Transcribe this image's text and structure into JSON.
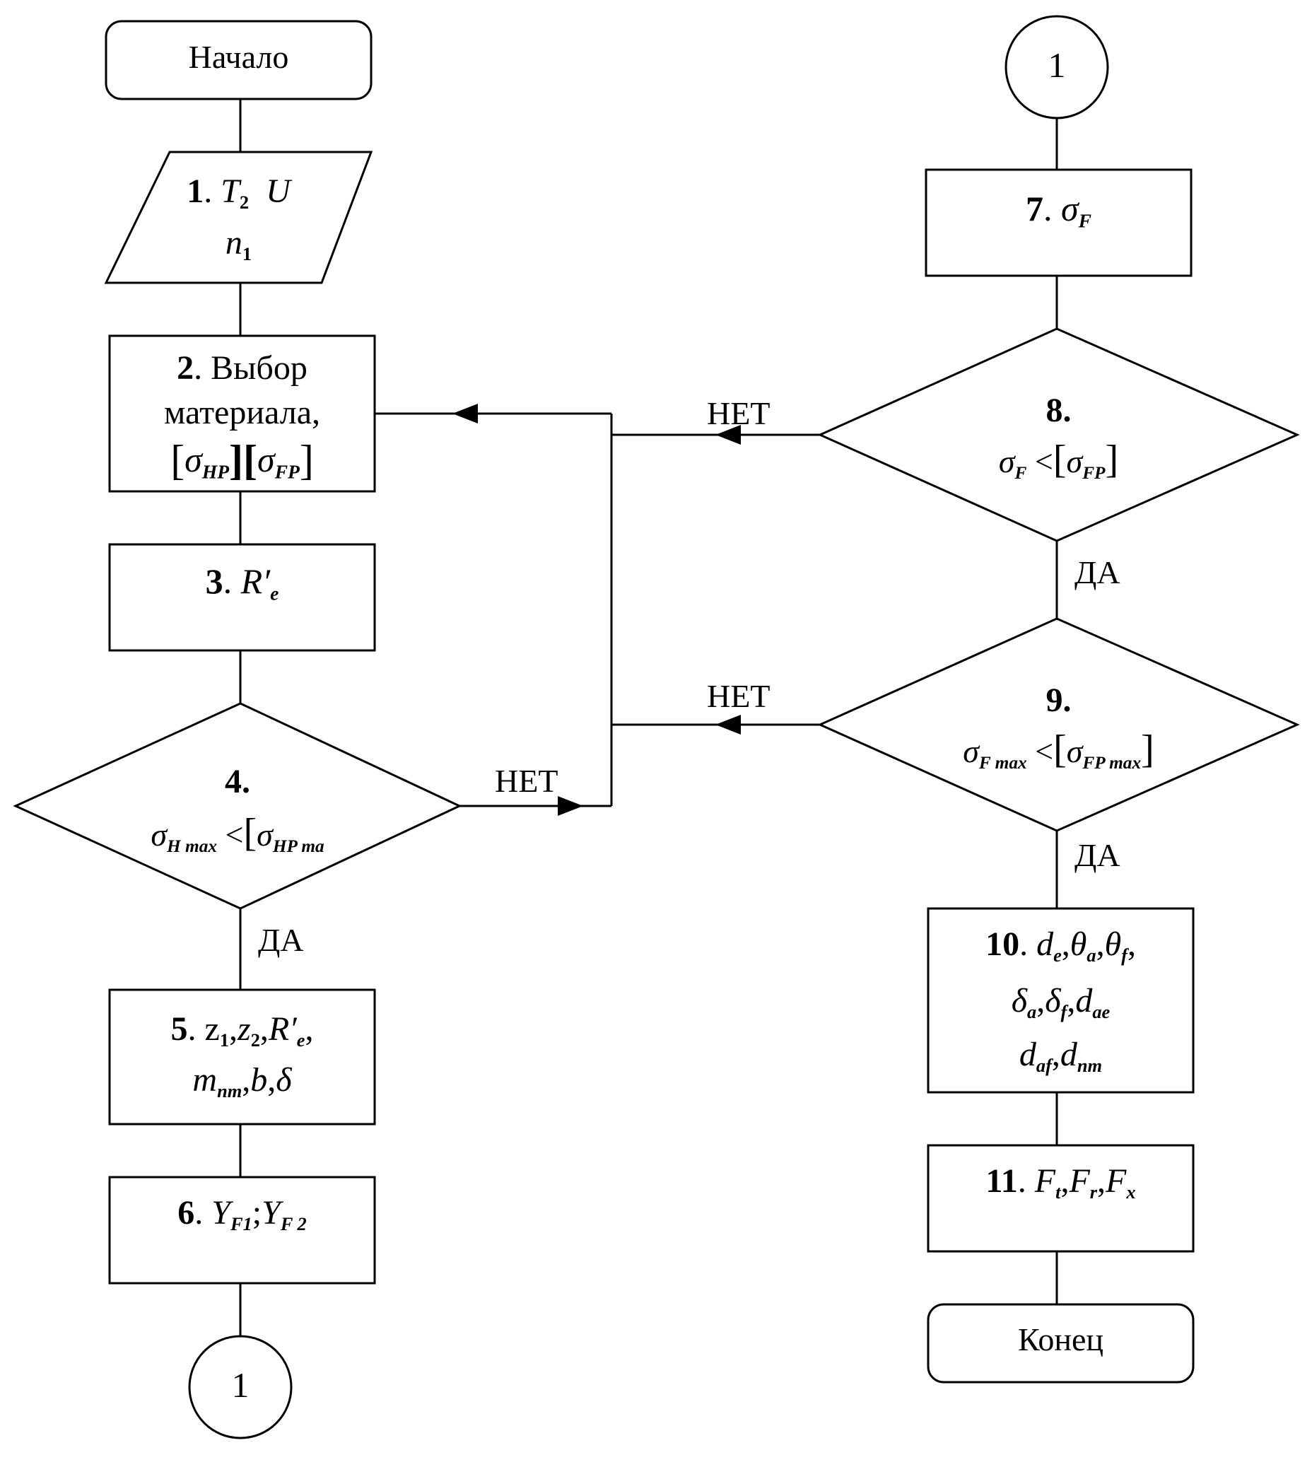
{
  "nodes": {
    "start": {
      "text": "Начало"
    },
    "b1": {
      "num": "1",
      "l1": "T",
      "l1s": "2",
      "l1b": "U",
      "l2": "n",
      "l2s": "1"
    },
    "b2": {
      "num": "2",
      "l1": "Выбор",
      "l2": "материала,",
      "l3a": "σ",
      "l3as": "HP",
      "l3b": "σ",
      "l3bs": "FP"
    },
    "b3": {
      "num": "3",
      "sym": "R′",
      "sub": "e"
    },
    "b4": {
      "num": "4",
      "sym": "σ",
      "sub": "H max",
      "op": "<",
      "rsym": "σ",
      "rsub": "HP ma"
    },
    "b5": {
      "num": "5",
      "l1": "z",
      "l1s": "1",
      "l1b": "z",
      "l1bs": "2",
      "l1c": "R′",
      "l1cs": "e",
      "l2a": "m",
      "l2as": "nm",
      "l2b": "b",
      "l2c": "δ"
    },
    "b6": {
      "num": "6",
      "a": "Y",
      "as": "F1",
      "b": "Y",
      "bs": "F 2"
    },
    "c1": {
      "text": "1"
    },
    "c2": {
      "text": "1"
    },
    "b7": {
      "num": "7",
      "sym": "σ",
      "sub": "F"
    },
    "b8": {
      "num": "8",
      "sym": "σ",
      "sub": "F",
      "op": "<",
      "rsym": "σ",
      "rsub": "FP"
    },
    "b9": {
      "num": "9",
      "sym": "σ",
      "sub": "F max",
      "op": "<",
      "rsym": "σ",
      "rsub": "FP max"
    },
    "b10": {
      "num": "10",
      "a": "d",
      "as": "e",
      "b": "θ",
      "bs": "a",
      "c": "θ",
      "cs": "f",
      "d": "δ",
      "ds": "a",
      "e": "δ",
      "es": "f",
      "f": "d",
      "fs": "ae",
      "g": "d",
      "gs": "af",
      "h": "d",
      "hs": "nm"
    },
    "b11": {
      "num": "11",
      "a": "F",
      "as": "t",
      "b": "F",
      "bs": "r",
      "c": "F",
      "cs": "x"
    },
    "end": {
      "text": "Конец"
    }
  },
  "edges": {
    "no4": "НЕТ",
    "yes4": "ДА",
    "no8": "НЕТ",
    "yes8": "ДА",
    "no9": "НЕТ",
    "yes9": "ДА"
  }
}
